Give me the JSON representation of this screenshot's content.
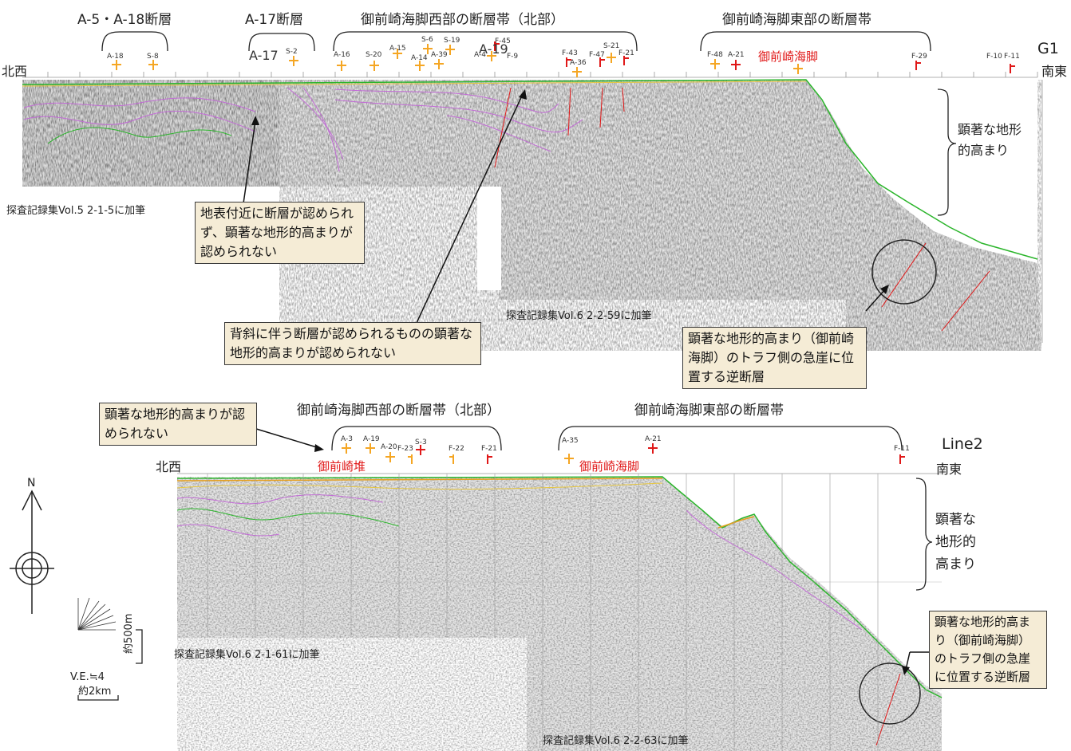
{
  "top": {
    "group_headers": {
      "a5_a18": "A-5・A-18断層",
      "a17": "A-17断層",
      "west_zone": "御前崎海脚西部の断層帯（北部）",
      "east_zone": "御前崎海脚東部の断層帯"
    },
    "line_name": "G1",
    "dir_left": "北西",
    "dir_right": "南東",
    "fault_labels": [
      "A-18",
      "S-8",
      "A-17",
      "S-2",
      "A-16",
      "S-20",
      "A-15",
      "A-14",
      "A-39",
      "S-6",
      "S-19",
      "A-4",
      "A-19",
      "F-45",
      "F-9",
      "F-43",
      "A-36",
      "F-47",
      "S-21",
      "F-21",
      "F-48",
      "A-21",
      "F-29",
      "F-10",
      "F-11"
    ],
    "red_label": "御前崎海脚",
    "bracket_text": "顕著な地形的高まり",
    "callouts": {
      "c1": "地表付近に断層が認められず、顕著な地形的高まりが認められない",
      "c2": "背斜に伴う断層が認められるものの顕著な地形的高まりが認められない",
      "c3": "顕著な地形的高まり（御前崎海脚）のトラフ側の急崖に位置する逆断層"
    },
    "sources": {
      "s1": "探査記録集Vol.5 2-1-5に加筆",
      "s2": "探査記録集Vol.6 2-2-59に加筆"
    }
  },
  "bottom": {
    "group_headers": {
      "west_zone": "御前崎海脚西部の断層帯（北部）",
      "east_zone": "御前崎海脚東部の断層帯"
    },
    "line_name": "Line2",
    "dir_left": "北西",
    "dir_right": "南東",
    "fault_labels": [
      "A-3",
      "A-19",
      "A-20",
      "F-23",
      "S-3",
      "F-22",
      "F-21",
      "A-35",
      "A-21",
      "F-11"
    ],
    "red_label_1": "御前崎堆",
    "red_label_2": "御前崎海脚",
    "bracket_text_1": "顕著な",
    "bracket_text_2": "地形的",
    "bracket_text_3": "高まり",
    "callouts": {
      "c1": "顕著な地形的高まりが認められない",
      "c2": "顕著な地形的高まり（御前崎海脚）のトラフ側の急崖に位置する逆断層"
    },
    "sources": {
      "s1": "探査記録集Vol.6 2-1-61に加筆",
      "s2": "探査記録集Vol.6 2-2-63に加筆"
    }
  },
  "scale": {
    "vertical": "約500m",
    "ve": "V.E.≒4",
    "horizontal": "約2km",
    "north": "N"
  },
  "colors": {
    "fault_orange": "#f5a623",
    "fault_red": "#e01818",
    "callout_bg": "#f5ecd6",
    "seafloor_green": "#2bb52b",
    "horizon_magenta": "#c26bd6"
  }
}
